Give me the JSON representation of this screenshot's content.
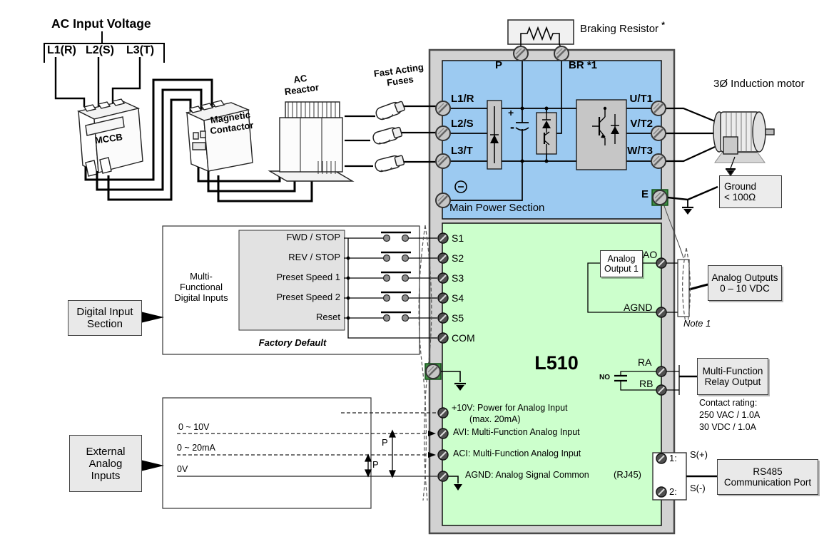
{
  "colors": {
    "power_panel": "#9ccaf1",
    "control_panel": "#ccffcc",
    "drive_body": "#d2d2d2",
    "terminal_green": "#3e8e41"
  },
  "ac_input": {
    "title": "AC Input Voltage",
    "phases": [
      "L1(R)",
      "L2(S)",
      "L3(T)"
    ]
  },
  "devices": {
    "mccb": "MCCB",
    "contactor": [
      "Magnetic",
      "Contactor"
    ],
    "reactor": [
      "AC",
      "Reactor"
    ],
    "fuses": [
      "Fast Acting",
      "Fuses"
    ]
  },
  "braking": {
    "label": "Braking Resistor",
    "star": "*",
    "p": "P",
    "br": "BR *1"
  },
  "power": {
    "inputs": [
      "L1/R",
      "L2/S",
      "L3/T"
    ],
    "outputs": [
      "U/T1",
      "V/T2",
      "W/T3"
    ],
    "cap_plus": "+",
    "cap_minus": "-",
    "e": "E",
    "label": "Main Power Section"
  },
  "motor_label": "3Ø Induction motor",
  "ground_box": [
    "Ground",
    "< 100Ω"
  ],
  "digital": {
    "callout": [
      "Digital Input",
      "Section"
    ],
    "group": [
      "Multi-",
      "Functional",
      "Digital Inputs"
    ],
    "functions": [
      "FWD / STOP",
      "REV / STOP",
      "Preset Speed 1",
      "Preset Speed 2",
      "Reset"
    ],
    "factory": "Factory Default",
    "terminals": [
      "S1",
      "S2",
      "S3",
      "S4",
      "S5"
    ],
    "com": "COM"
  },
  "model": "L510",
  "analog_out": {
    "box": [
      "Analog",
      "Output 1"
    ],
    "ao": "AO",
    "agnd": "AGND",
    "external": [
      "Analog Outputs",
      "0 – 10 VDC"
    ],
    "note": "Note 1"
  },
  "relay": {
    "ra": "RA",
    "rb": "RB",
    "no": "NO",
    "box": [
      "Multi-Function",
      "Relay Output"
    ],
    "rating": [
      "Contact rating:",
      "250 VAC / 1.0A",
      "30 VDC / 1.0A"
    ]
  },
  "analog_in": {
    "callout": [
      "External",
      "Analog",
      "Inputs"
    ],
    "sources": [
      "0 ~ 10V",
      "0 ~ 20mA",
      "0V"
    ],
    "p": "P",
    "t_10v": "+10V: Power for Analog Input",
    "t_10v2": "(max. 20mA)",
    "t_avi": "AVI: Multi-Function Analog Input",
    "t_aci": "ACI: Multi-Function Analog Input",
    "t_agnd": "AGND: Analog Signal Common"
  },
  "comm": {
    "rj45": "(RJ45)",
    "pin1": "1:",
    "pin2": "2:",
    "s_plus": "S(+)",
    "s_minus": "S(-)",
    "box": [
      "RS485",
      "Communication Port"
    ]
  }
}
